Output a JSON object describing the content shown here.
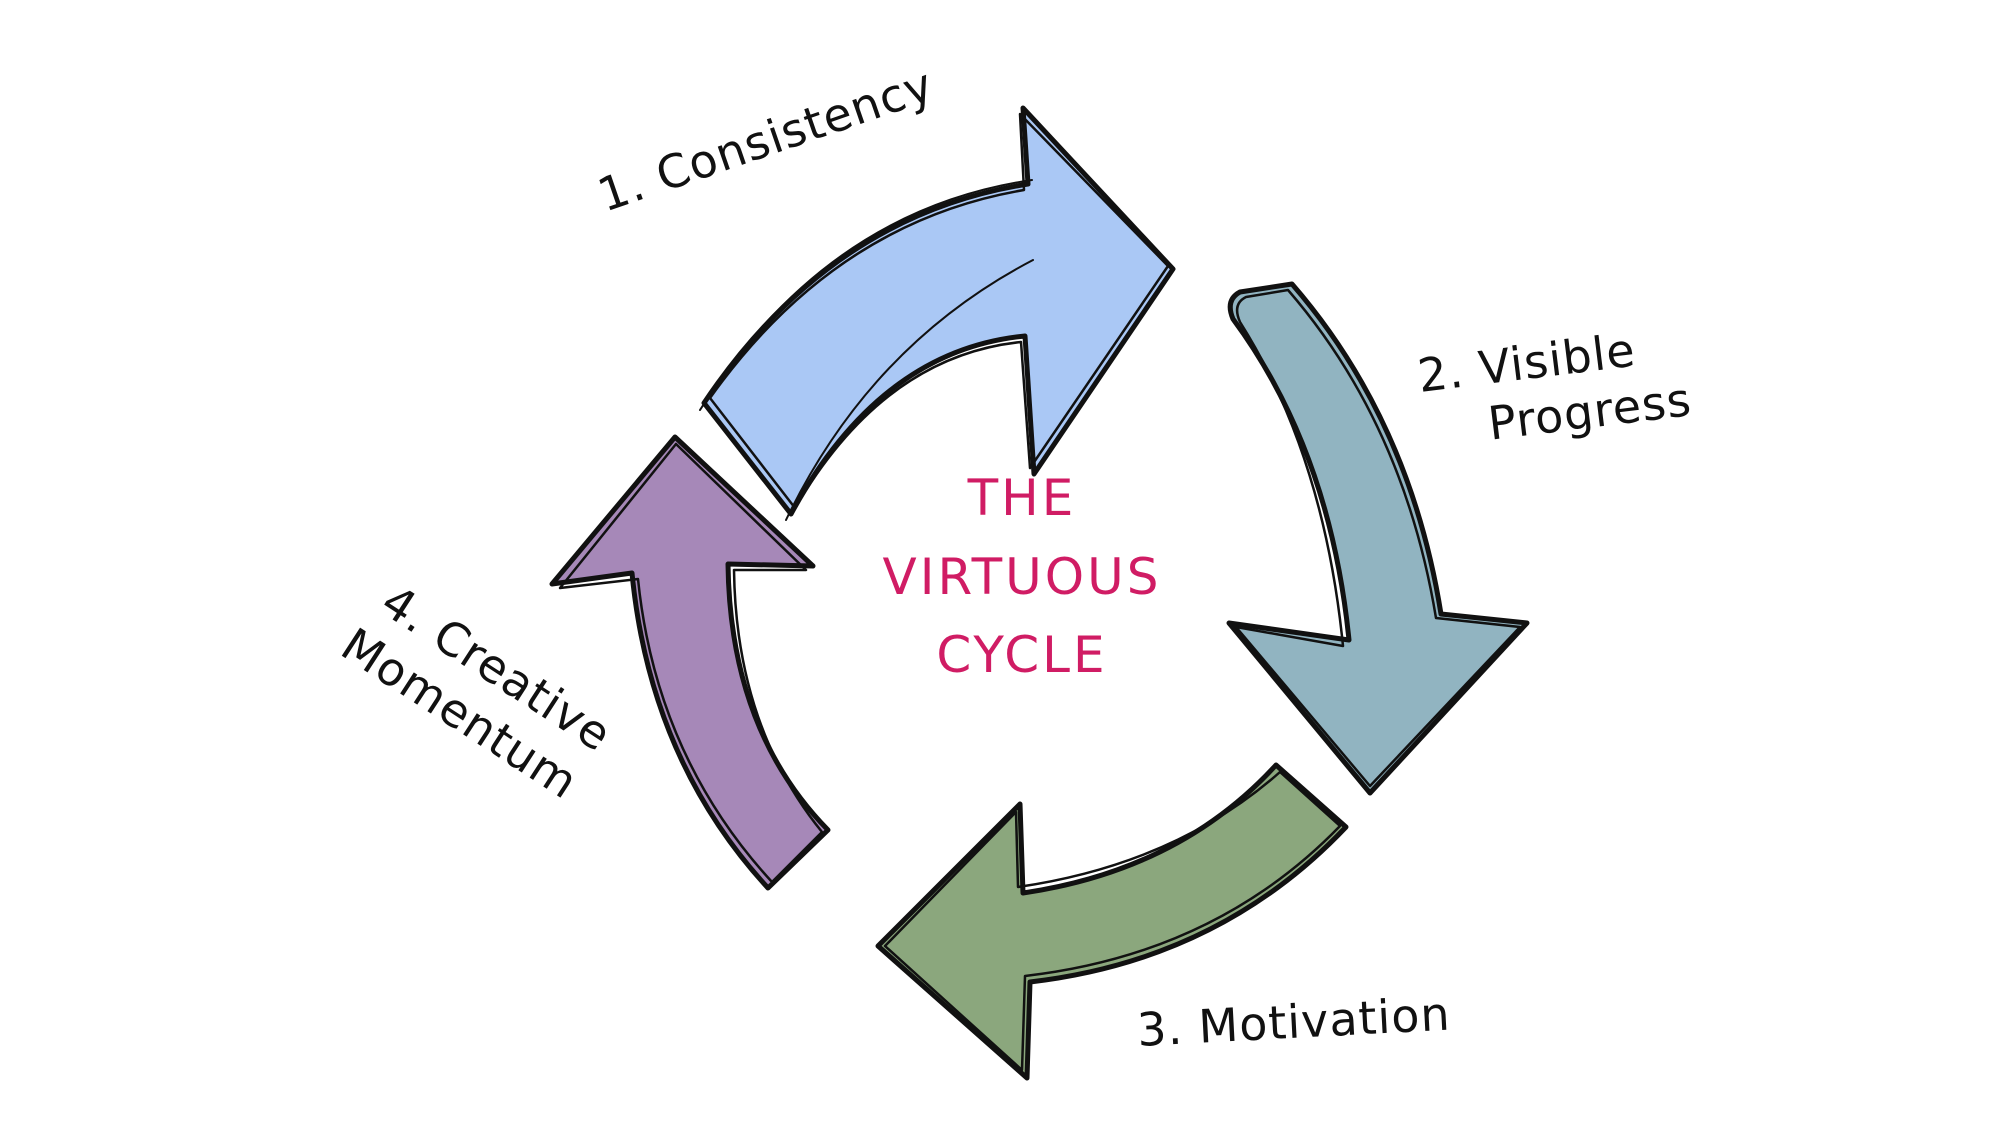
{
  "diagram": {
    "title_lines": [
      "THE",
      "VIRTUOUS",
      "CYCLE"
    ],
    "title_color": "#d01c64",
    "steps": [
      {
        "number": "1.",
        "label_lines": [
          "1. Consistency"
        ],
        "arrow_color": "#aac8f5",
        "direction": "right"
      },
      {
        "number": "2.",
        "label_lines": [
          "2. Visible",
          "Progress"
        ],
        "arrow_color": "#91b4c1",
        "direction": "down"
      },
      {
        "number": "3.",
        "label_lines": [
          "3. Motivation"
        ],
        "arrow_color": "#8ba77d",
        "direction": "left"
      },
      {
        "number": "4.",
        "label_lines": [
          "4. Creative",
          "Momentum"
        ],
        "arrow_color": "#a688b8",
        "direction": "up"
      }
    ],
    "outline_color": "#111111",
    "background_color": "#ffffff"
  }
}
